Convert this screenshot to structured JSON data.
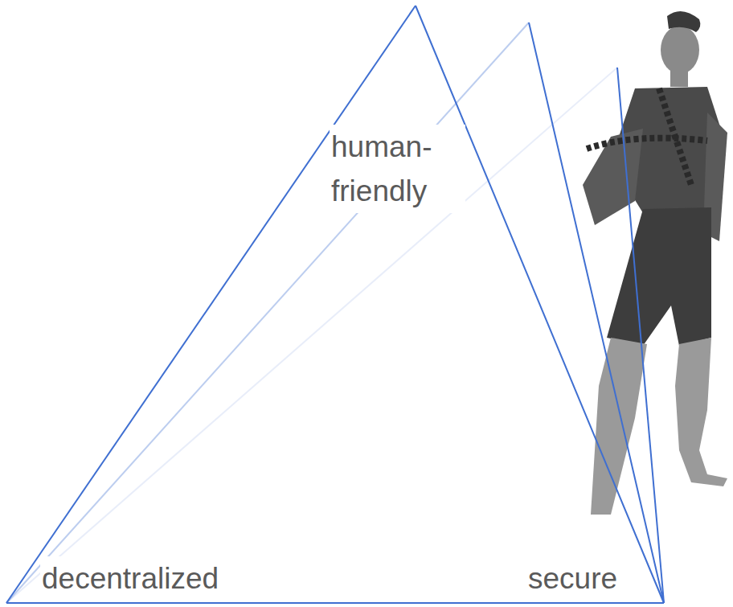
{
  "diagram": {
    "labels": [
      "human- friendly",
      "decentralized",
      "secure"
    ]
  }
}
